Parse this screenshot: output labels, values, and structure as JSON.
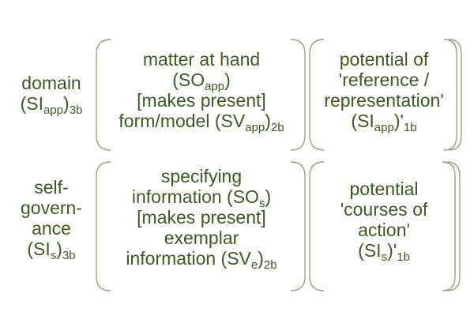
{
  "rows": [
    {
      "label": {
        "line1": "domain",
        "sym": "(SI",
        "sym_sub": "app",
        "sym_close": ")",
        "sym_post": "3b"
      },
      "center": {
        "line1": "matter at hand",
        "line2_pre": "(SO",
        "line2_sub": "app",
        "line2_post": ")",
        "line3": "[makes present]",
        "line4_pre": "form/model (SV",
        "line4_sub": "app",
        "line4_close": ")",
        "line4_post": "2b"
      },
      "right": {
        "line1": "potential of",
        "line2": "'reference /",
        "line3": "representation'",
        "line4_pre": "(SI",
        "line4_sub": "app",
        "line4_close": ")'",
        "line4_post": "1b"
      }
    },
    {
      "label": {
        "line1": "self-",
        "line2": "govern-",
        "line3": "ance",
        "sym": "(SI",
        "sym_sub": "s",
        "sym_close": ")",
        "sym_post": "3b"
      },
      "center": {
        "line1": "specifying",
        "line2_pre": "information (SO",
        "line2_sub": "s",
        "line2_post": ")",
        "line3": "[makes present]",
        "line4": "exemplar",
        "line5_pre": "information (SV",
        "line5_sub": "e",
        "line5_close": ")",
        "line5_post": "2b"
      },
      "right": {
        "line1": "potential",
        "line2": "'courses of",
        "line3": "action'",
        "line4_pre": "(SI",
        "line4_sub": "s",
        "line4_close": ")'",
        "line4_post": "1b"
      }
    }
  ],
  "colors": {
    "text": "#3d5a1e",
    "bracket": "#8fa875",
    "background": "#ffffff"
  }
}
